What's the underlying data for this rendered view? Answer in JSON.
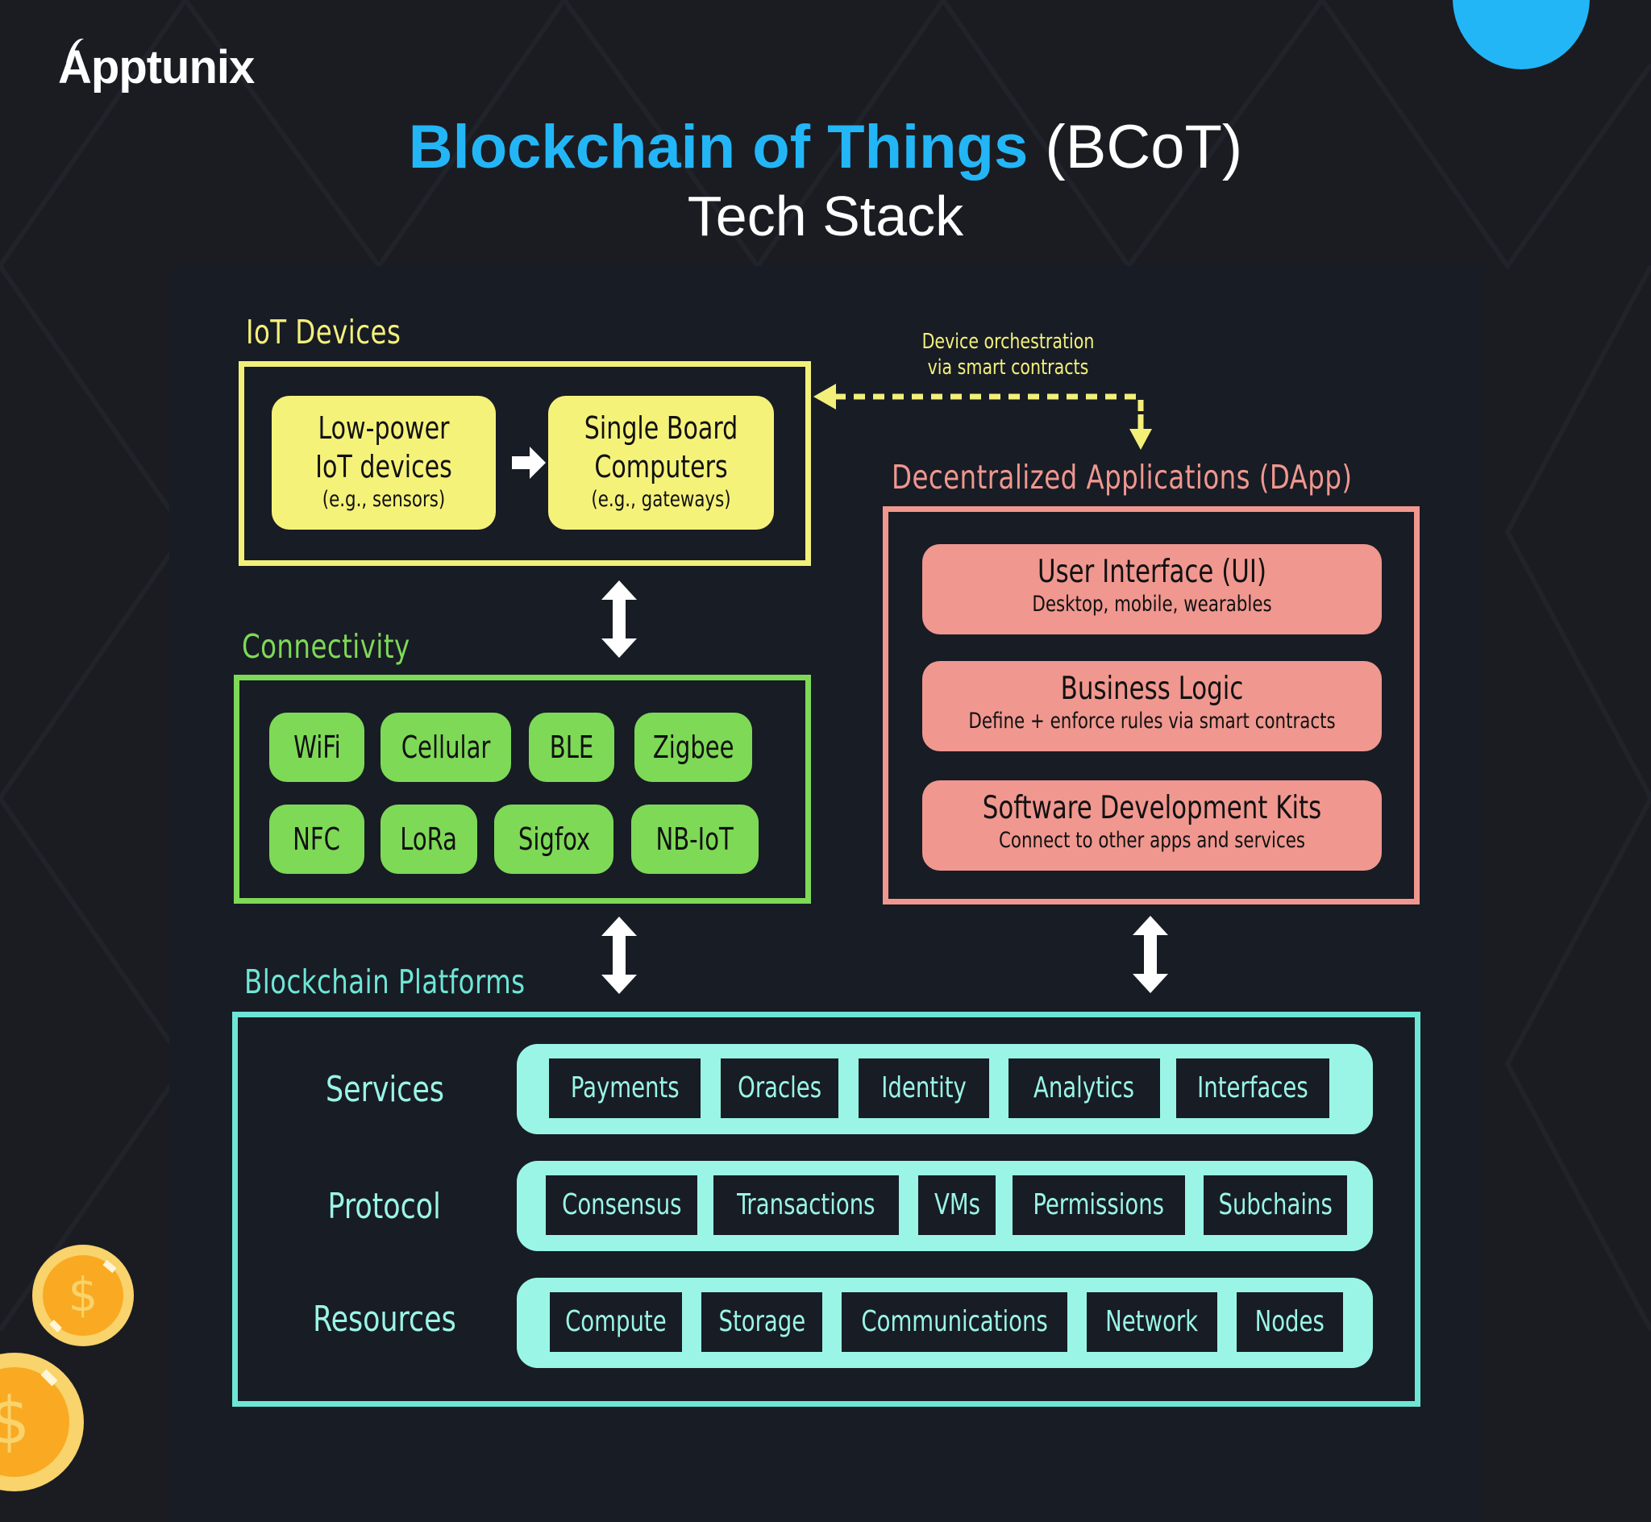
{
  "brand": {
    "logo_text": "Apptunix",
    "accent_color": "#23b6f7"
  },
  "header": {
    "title_highlight": "Blockchain of Things",
    "title_abbrev": "(BCoT)",
    "subtitle": "Tech Stack"
  },
  "iot": {
    "label": "IoT Devices",
    "color": "#f3f07a",
    "cards": [
      {
        "line1": "Low-power",
        "line2": "IoT devices",
        "sub": "(e.g., sensors)"
      },
      {
        "line1": "Single Board",
        "line2": "Computers",
        "sub": "(e.g., gateways)"
      }
    ],
    "arrow_icon": "right-arrow-icon"
  },
  "orchestration": {
    "line1": "Device orchestration",
    "line2": "via smart contracts"
  },
  "connectivity": {
    "label": "Connectivity",
    "color": "#7ed957",
    "row1": [
      "WiFi",
      "Cellular",
      "BLE",
      "Zigbee"
    ],
    "row2": [
      "NFC",
      "LoRa",
      "Sigfox",
      "NB-IoT"
    ]
  },
  "dapp": {
    "label": "Decentralized Applications (DApp)",
    "color": "#f0978f",
    "cards": [
      {
        "title": "User Interface (UI)",
        "sub": "Desktop, mobile, wearables"
      },
      {
        "title": "Business Logic",
        "sub": "Define + enforce rules via smart contracts"
      },
      {
        "title": "Software Development Kits",
        "sub": "Connect to other apps and services"
      }
    ]
  },
  "blockchain": {
    "label": "Blockchain Platforms",
    "color": "#6ee6d6",
    "rows": [
      {
        "name": "Services",
        "items": [
          "Payments",
          "Oracles",
          "Identity",
          "Analytics",
          "Interfaces"
        ]
      },
      {
        "name": "Protocol",
        "items": [
          "Consensus",
          "Transactions",
          "VMs",
          "Permissions",
          "Subchains"
        ]
      },
      {
        "name": "Resources",
        "items": [
          "Compute",
          "Storage",
          "Communications",
          "Network",
          "Nodes"
        ]
      }
    ]
  },
  "decor": {
    "coin_symbol": "$",
    "coin_color": "#f9aa22"
  }
}
